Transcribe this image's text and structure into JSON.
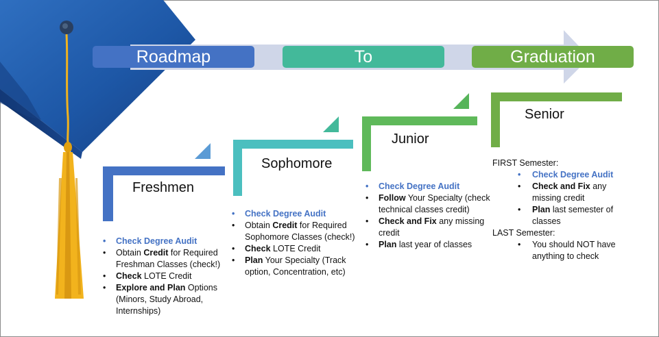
{
  "header": {
    "roadmap": "Roadmap",
    "to": "To",
    "graduation": "Graduation"
  },
  "colors": {
    "blue": "#4472c4",
    "teal": "#43b99a",
    "green": "#70ad47",
    "light_teal": "#4bbfbf",
    "arrow": "#cfd6e8",
    "cap": "#1f5ba8",
    "tassel": "#f2b31d"
  },
  "stages": {
    "freshmen": {
      "label": "Freshmen",
      "items": [
        {
          "text": "Check Degree Audit"
        },
        {
          "pre": "Obtain ",
          "bold": "Credit",
          "post": " for Required Freshman Classes (check!)"
        },
        {
          "bold": "Check",
          "post": " LOTE Credit"
        },
        {
          "bold": "Explore and Plan",
          "post": " Options (Minors, Study Abroad, Internships)"
        }
      ]
    },
    "sophomore": {
      "label": "Sophomore",
      "items": [
        {
          "text": "Check Degree Audit"
        },
        {
          "pre": "Obtain ",
          "bold": "Credit",
          "post": " for Required Sophomore Classes (check!)"
        },
        {
          "bold": "Check",
          "post": " LOTE Credit"
        },
        {
          "bold": "Plan",
          "post": " Your Specialty (Track option, Concentration, etc)"
        }
      ]
    },
    "junior": {
      "label": "Junior",
      "items": [
        {
          "text": "Check Degree Audit"
        },
        {
          "bold": "Follow",
          "post": " Your Specialty (check technical classes credit)"
        },
        {
          "bold": "Check and Fix",
          "post": " any missing credit"
        },
        {
          "bold": "Plan",
          "post": " last year of classes"
        }
      ]
    },
    "senior": {
      "label": "Senior",
      "first_label": "FIRST Semester:",
      "first_items": [
        {
          "text": "Check Degree Audit"
        },
        {
          "bold": "Check and Fix",
          "post": " any missing credit"
        },
        {
          "bold": "Plan",
          "post": " last semester of classes"
        }
      ],
      "last_label": "LAST Semester:",
      "last_items": [
        {
          "post": "You should NOT have anything to check"
        }
      ]
    }
  }
}
